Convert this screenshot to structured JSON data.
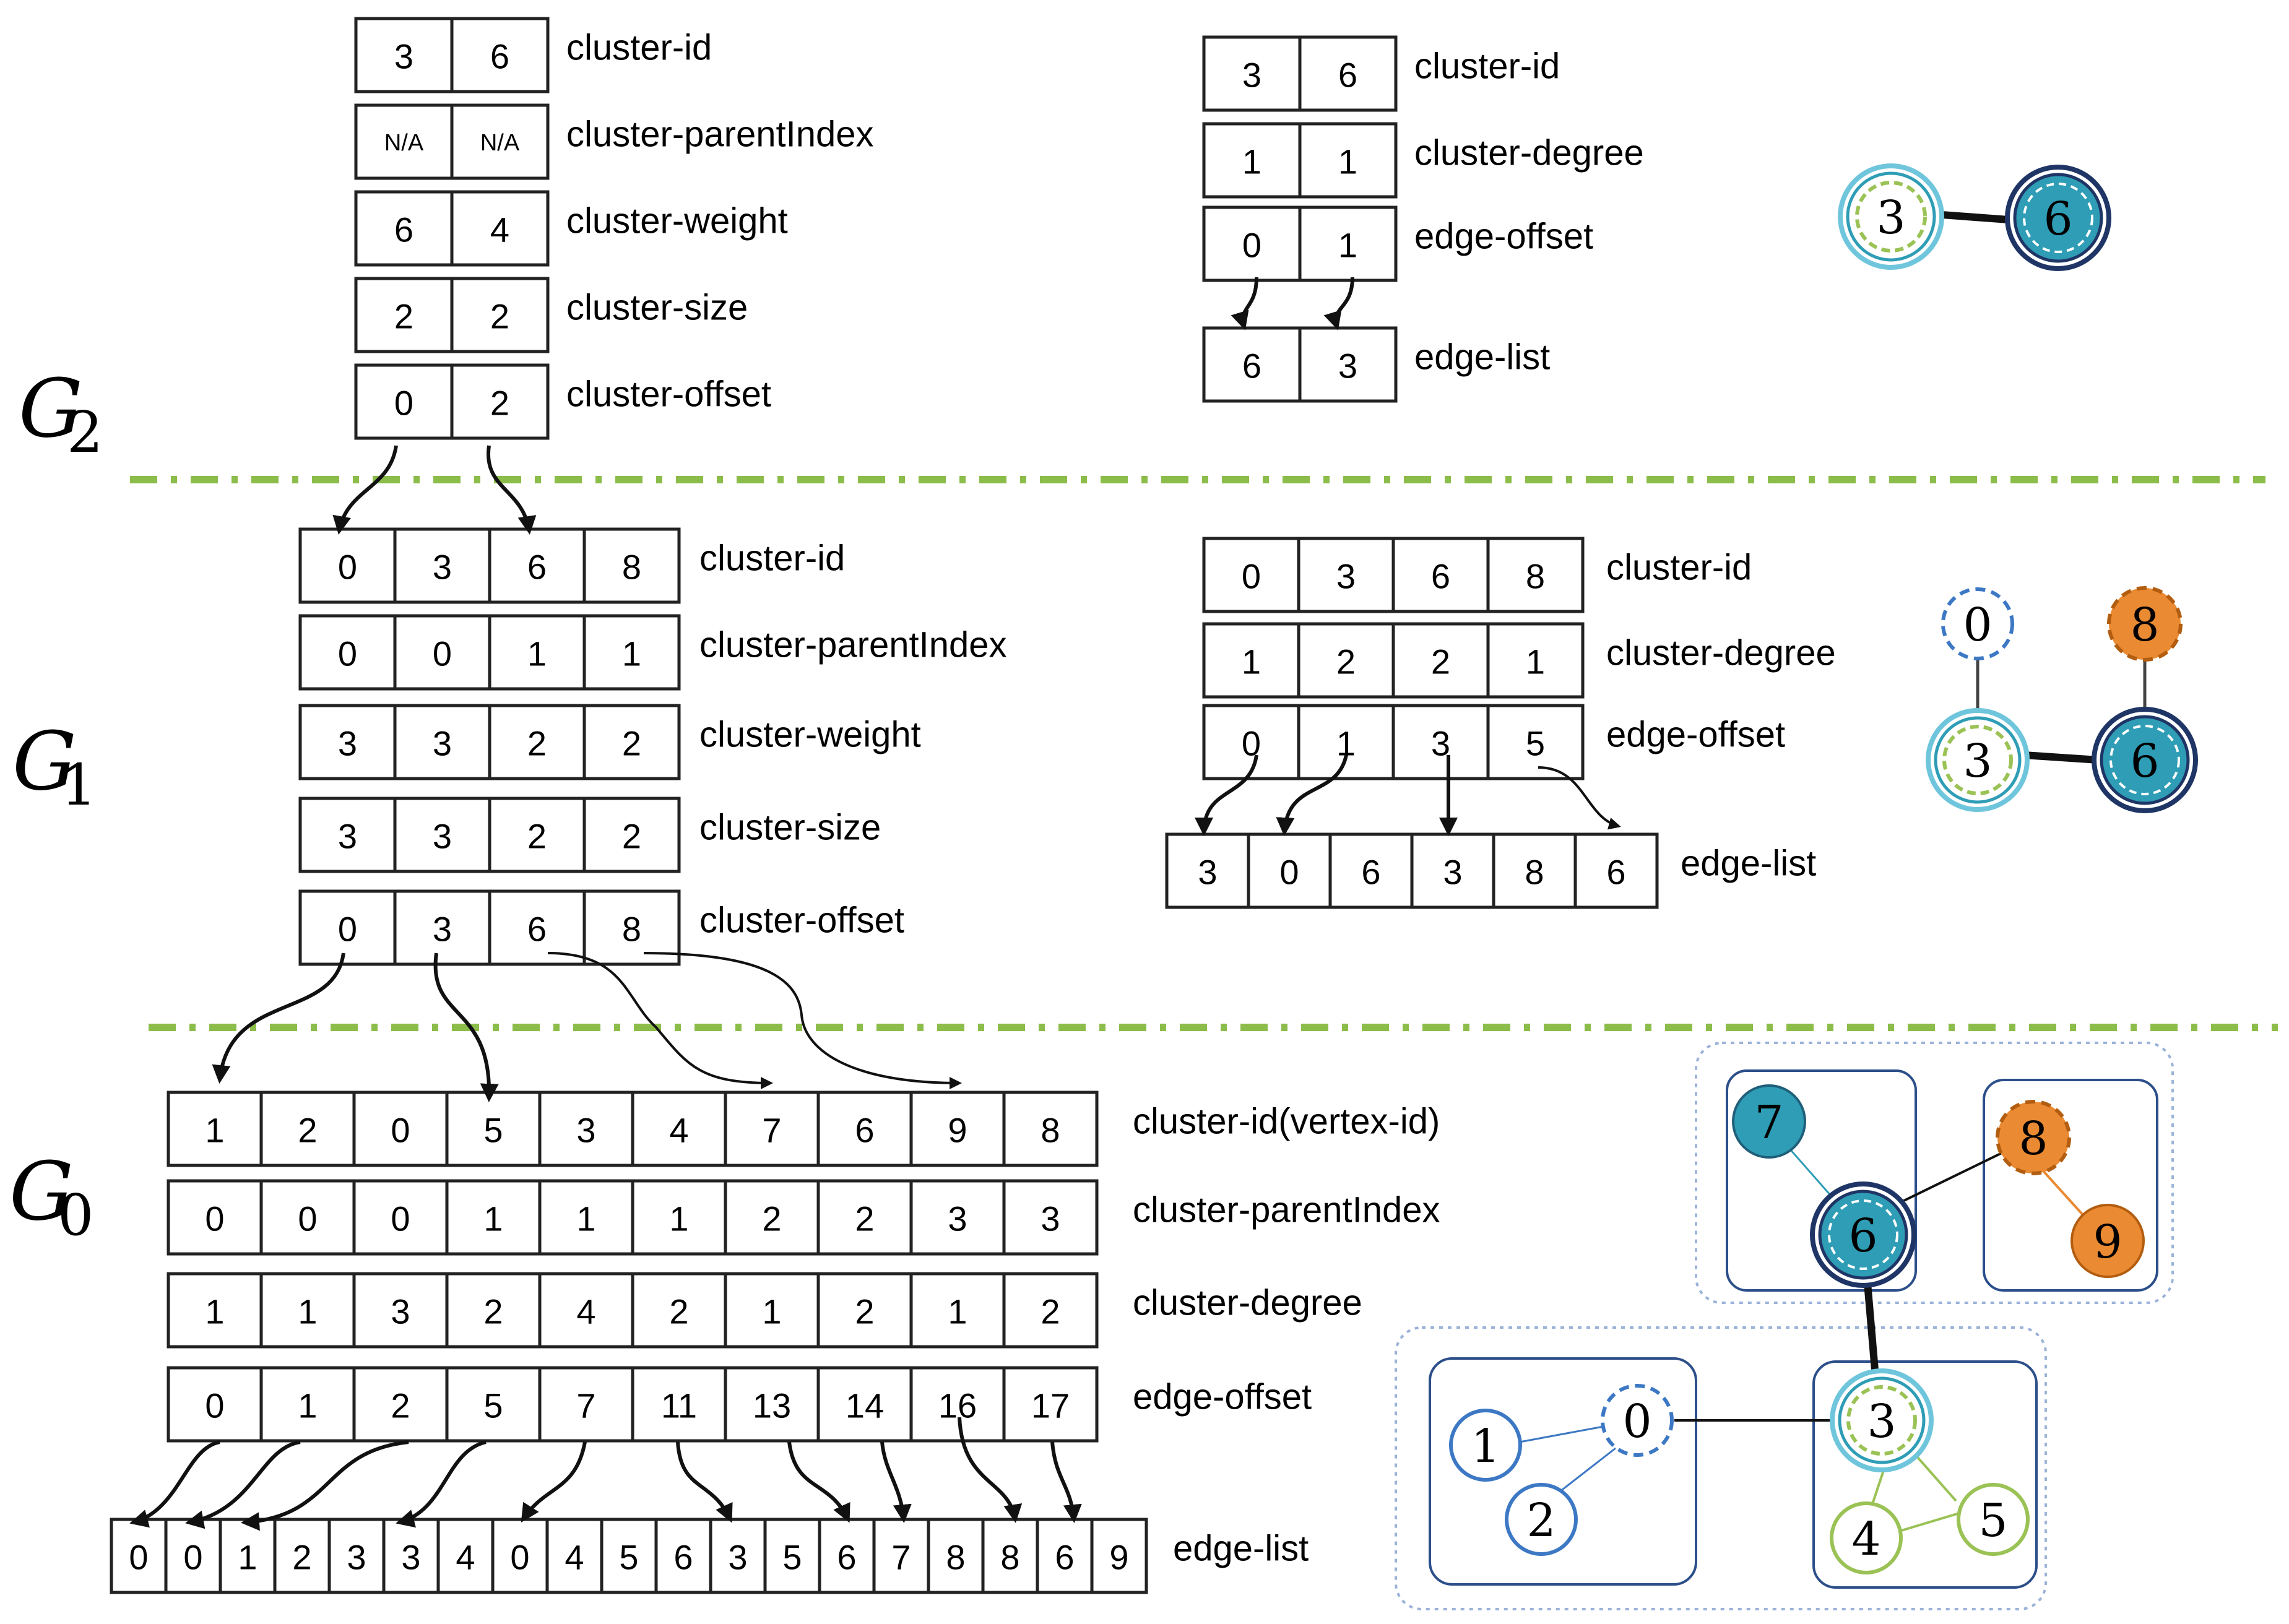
{
  "levels": [
    {
      "label": "G",
      "sub": "2",
      "cluster_table": {
        "rows": [
          {
            "name": "cluster-id",
            "cells": [
              "3",
              "6"
            ]
          },
          {
            "name": "cluster-parentIndex",
            "cells": [
              "N/A",
              "N/A"
            ]
          },
          {
            "name": "cluster-weight",
            "cells": [
              "6",
              "4"
            ]
          },
          {
            "name": "cluster-size",
            "cells": [
              "2",
              "2"
            ]
          },
          {
            "name": "cluster-offset",
            "cells": [
              "0",
              "2"
            ]
          }
        ]
      },
      "graph_table": {
        "rows": [
          {
            "name": "cluster-id",
            "cells": [
              "3",
              "6"
            ]
          },
          {
            "name": "cluster-degree",
            "cells": [
              "1",
              "1"
            ]
          },
          {
            "name": "edge-offset",
            "cells": [
              "0",
              "1"
            ]
          }
        ],
        "edge_list": {
          "name": "edge-list",
          "cells": [
            "6",
            "3"
          ]
        }
      }
    },
    {
      "label": "G",
      "sub": "1",
      "cluster_table": {
        "rows": [
          {
            "name": "cluster-id",
            "cells": [
              "0",
              "3",
              "6",
              "8"
            ]
          },
          {
            "name": "cluster-parentIndex",
            "cells": [
              "0",
              "0",
              "1",
              "1"
            ]
          },
          {
            "name": "cluster-weight",
            "cells": [
              "3",
              "3",
              "2",
              "2"
            ]
          },
          {
            "name": "cluster-size",
            "cells": [
              "3",
              "3",
              "2",
              "2"
            ]
          },
          {
            "name": "cluster-offset",
            "cells": [
              "0",
              "3",
              "6",
              "8"
            ]
          }
        ]
      },
      "graph_table": {
        "rows": [
          {
            "name": "cluster-id",
            "cells": [
              "0",
              "3",
              "6",
              "8"
            ]
          },
          {
            "name": "cluster-degree",
            "cells": [
              "1",
              "2",
              "2",
              "1"
            ]
          },
          {
            "name": "edge-offset",
            "cells": [
              "0",
              "1",
              "3",
              "5"
            ]
          }
        ],
        "edge_list": {
          "name": "edge-list",
          "cells": [
            "3",
            "0",
            "6",
            "3",
            "8",
            "6"
          ]
        }
      }
    },
    {
      "label": "G",
      "sub": "0",
      "cluster_table": {
        "rows": [
          {
            "name": "cluster-id(vertex-id)",
            "cells": [
              "1",
              "2",
              "0",
              "5",
              "3",
              "4",
              "7",
              "6",
              "9",
              "8"
            ]
          },
          {
            "name": "cluster-parentIndex",
            "cells": [
              "0",
              "0",
              "0",
              "1",
              "1",
              "1",
              "2",
              "2",
              "3",
              "3"
            ]
          },
          {
            "name": "cluster-degree",
            "cells": [
              "1",
              "1",
              "3",
              "2",
              "4",
              "2",
              "1",
              "2",
              "1",
              "2"
            ]
          },
          {
            "name": "edge-offset",
            "cells": [
              "0",
              "1",
              "2",
              "5",
              "7",
              "11",
              "13",
              "14",
              "16",
              "17"
            ]
          }
        ],
        "edge_list": {
          "name": "edge-list",
          "cells": [
            "0",
            "0",
            "1",
            "2",
            "3",
            "3",
            "4",
            "0",
            "4",
            "5",
            "6",
            "3",
            "5",
            "6",
            "7",
            "8",
            "8",
            "6",
            "9"
          ]
        }
      }
    }
  ],
  "graphs": {
    "g2_nodes": [
      "3",
      "6"
    ],
    "g1_nodes": [
      "0",
      "8",
      "3",
      "6"
    ],
    "g0_nodes": [
      "7",
      "6",
      "8",
      "9",
      "1",
      "0",
      "2",
      "3",
      "4",
      "5"
    ]
  },
  "colors": {
    "separator": "#8cbd4a",
    "teal": "#2e9db5",
    "light_teal": "#6fc6dc",
    "orange": "#ea8a32",
    "blue": "#3c78c4",
    "green": "#9ac255",
    "navy": "#1f3566"
  }
}
